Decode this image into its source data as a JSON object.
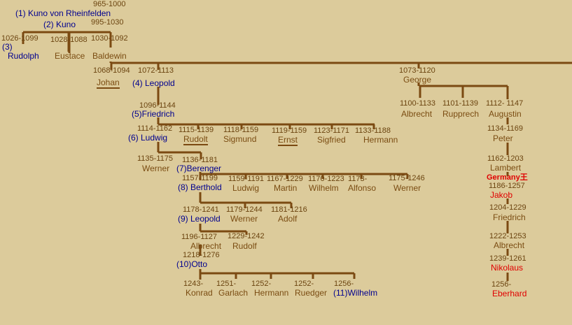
{
  "title": "Zähringen / Rheinfelden family tree",
  "colors": {
    "background": "#dccb9b",
    "line": "#7b4a12",
    "text": "#7a4c12",
    "ruler": "#00008f",
    "highlight": "#e00000"
  },
  "nodes": [
    {
      "id": "kuno1",
      "years": "965-1000",
      "name": "(1)  Kuno von Rheinfelden",
      "style": "ruler"
    },
    {
      "id": "kuno2",
      "years": "995-1030",
      "name": "(2)  Kuno",
      "style": "ruler"
    },
    {
      "id": "rudolph",
      "years": "1026-1099",
      "ordinal": "(3)",
      "name": "Rudolph",
      "style": "ruler"
    },
    {
      "id": "eustace",
      "years": "1028-1088",
      "name": "Eustace",
      "style": ""
    },
    {
      "id": "baldewin",
      "years": "1030-1092",
      "name": "Baldewin",
      "style": ""
    },
    {
      "id": "johan",
      "years": "1068-1094",
      "name": "Johan",
      "style": "ul"
    },
    {
      "id": "leopold4",
      "years": "1072-1113",
      "name": "(4) Leopold",
      "style": "ruler"
    },
    {
      "id": "george",
      "years": "1073-1120",
      "name": "George",
      "style": ""
    },
    {
      "id": "friedrich5",
      "years": "1096-1144",
      "name": "(5)Friedrich",
      "style": "ruler"
    },
    {
      "id": "albrecht_g",
      "years": "1100-1133",
      "name": "Albrecht",
      "style": ""
    },
    {
      "id": "rupprech",
      "years": "1101-1139",
      "name": "Rupprech",
      "style": ""
    },
    {
      "id": "augustin",
      "years": "1112- 1147",
      "name": "Augustin",
      "style": ""
    },
    {
      "id": "ludwig6",
      "years": "1114-1162",
      "name": "(6) Ludwig",
      "style": "ruler"
    },
    {
      "id": "rudolt",
      "years": "1115-1139",
      "name": "Rudolt",
      "style": "ul"
    },
    {
      "id": "sigmund",
      "years": "1118-1159",
      "name": "Sigmund",
      "style": ""
    },
    {
      "id": "ernst",
      "years": "1119-1159",
      "name": "Ernst",
      "style": "ul"
    },
    {
      "id": "sigfried",
      "years": "1123-1171",
      "name": "Sigfried",
      "style": ""
    },
    {
      "id": "hermann_f",
      "years": "1133-1188",
      "name": "Hermann",
      "style": ""
    },
    {
      "id": "peter",
      "years": "1134-1169",
      "name": "Peter",
      "style": ""
    },
    {
      "id": "werner_l",
      "years": "1135-1175",
      "name": "Werner",
      "style": ""
    },
    {
      "id": "berenger7",
      "years": "1136-1181",
      "name": "(7)Berenger",
      "style": "ruler"
    },
    {
      "id": "lambert",
      "years": "1162-1203",
      "name": "Lambert",
      "style": ""
    },
    {
      "id": "berthold8",
      "years": "1157-1199",
      "name": "(8) Berthold",
      "style": "ruler"
    },
    {
      "id": "ludwig_b",
      "years": "1159-1191",
      "name": "Ludwig",
      "style": ""
    },
    {
      "id": "martin",
      "years": "1167-1229",
      "name": "Martin",
      "style": ""
    },
    {
      "id": "wilhelm_b",
      "years": "1170-1223",
      "name": "Wilhelm",
      "style": ""
    },
    {
      "id": "alfonso",
      "years": "1173-",
      "name": "Alfonso",
      "style": ""
    },
    {
      "id": "werner_b",
      "years": "1175-1246",
      "name": "Werner",
      "style": ""
    },
    {
      "id": "jakob",
      "years": "1186-1257",
      "name": "Jakob",
      "style": "red"
    },
    {
      "id": "leopold9",
      "years": "1178-1241",
      "name": "(9) Leopold",
      "style": "ruler"
    },
    {
      "id": "werner_t",
      "years": "1179-1244",
      "name": "Werner",
      "style": ""
    },
    {
      "id": "adolf",
      "years": "1181-1216",
      "name": "Adolf",
      "style": ""
    },
    {
      "id": "friedrich_j",
      "years": "1204-1229",
      "name": "Friedrich",
      "style": ""
    },
    {
      "id": "albrecht_l",
      "years": "1196-1127",
      "name": "Albrecht",
      "style": ""
    },
    {
      "id": "rudolf_l",
      "years": "1229-1242",
      "name": "Rudolf",
      "style": ""
    },
    {
      "id": "albrecht_f",
      "years": "1222-1253",
      "name": "Albrecht",
      "style": ""
    },
    {
      "id": "otto10",
      "years": "1218-1276",
      "name": "(10)Otto",
      "style": "ruler"
    },
    {
      "id": "nikolaus",
      "years": "1239-1261",
      "name": "Nikolaus",
      "style": "red"
    },
    {
      "id": "konrad",
      "years": "1243-",
      "name": "Konrad",
      "style": ""
    },
    {
      "id": "garlach",
      "years": "1251-",
      "name": "Garlach",
      "style": ""
    },
    {
      "id": "hermann_o",
      "years": "1252-",
      "name": "Hermann",
      "style": ""
    },
    {
      "id": "ruedger",
      "years": "1252-",
      "name": "Ruedger",
      "style": ""
    },
    {
      "id": "wilhelm11",
      "years": "1256-",
      "name": "(11)Wilhelm",
      "style": "ruler"
    },
    {
      "id": "eberhard",
      "years": "1256-",
      "name": "Eberhard",
      "style": "red"
    }
  ],
  "labels": {
    "germany_king": "Germany王"
  }
}
